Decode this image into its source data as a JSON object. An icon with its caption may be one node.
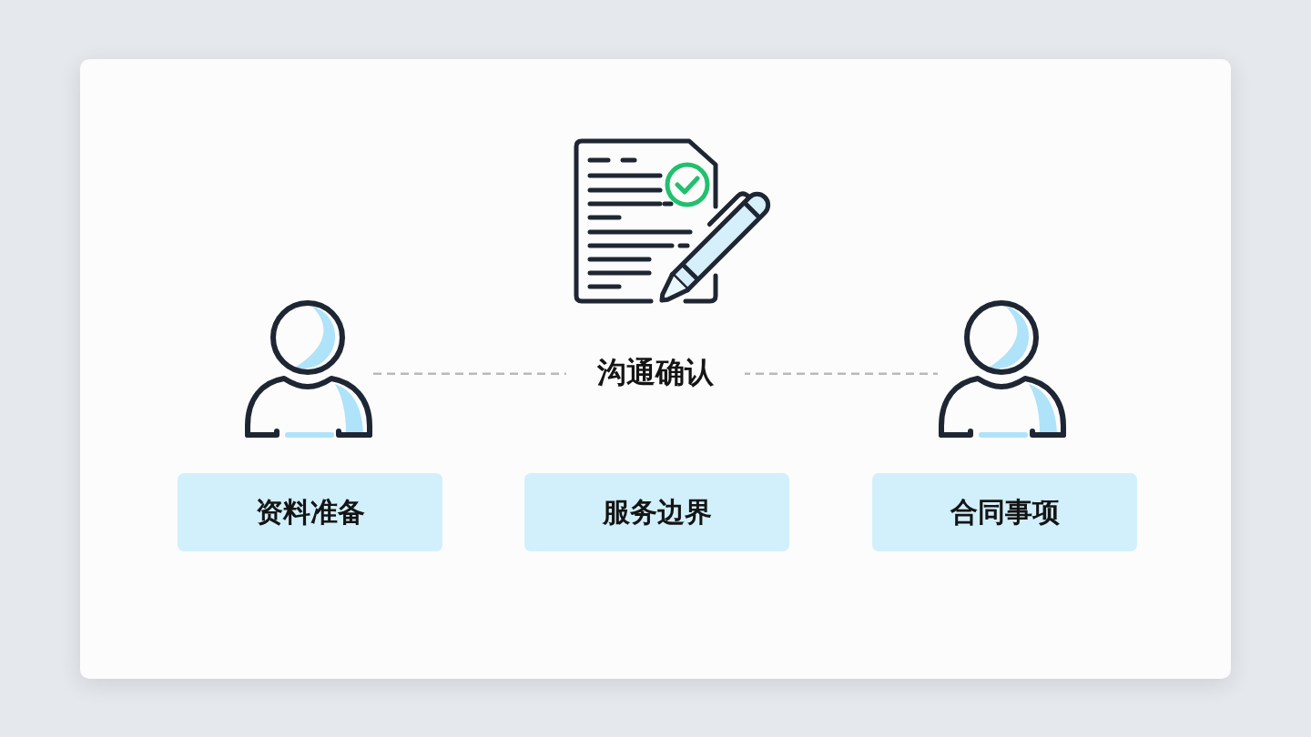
{
  "diagram": {
    "nodes": [
      {
        "text": [],
        "shape": "person"
      },
      {
        "text": [],
        "shape": "person"
      },
      {
        "text": [
          "资料准备"
        ]
      },
      {
        "text": [
          "服务边界"
        ]
      },
      {
        "text": [
          "合同事项"
        ]
      }
    ],
    "edges": [
      {
        "from": 0,
        "to": 1,
        "arrow": "none",
        "style": "dashed",
        "label": "沟通确认"
      }
    ]
  }
}
